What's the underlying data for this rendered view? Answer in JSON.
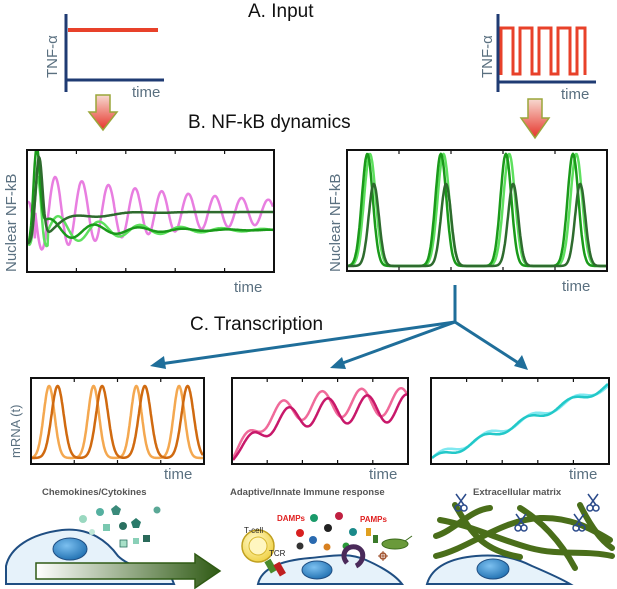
{
  "colors": {
    "axis": "#1f3b73",
    "input": "#e8412a",
    "nfkb_dark": "#2e6b2e",
    "nfkb_mid": "#1a9a1a",
    "nfkb_light": "#5ee05e",
    "pink": "#e87ee0",
    "orange_dark": "#d06a10",
    "orange_light": "#f4a850",
    "magenta_dark": "#c8186a",
    "magenta_light": "#f06a9a",
    "cyan_dark": "#22c8c8",
    "cyan_light": "#80e8f0",
    "connector": "#1f6e9a",
    "cell_fill": "#e6f2fa",
    "cell_stroke": "#1f4e82",
    "nucleus": "#2e8ad0",
    "ecm": "#4a6e1a"
  },
  "sections": {
    "input": "A.  Input",
    "dynamics": "B.   NF-kB dynamics",
    "transcription": "C.    Transcription"
  },
  "input_panel": {
    "ylabel": "TNF-α",
    "xlabel": "time"
  },
  "dynamics_panel": {
    "ylabel": "Nuclear NF-kB",
    "xlabel": "time"
  },
  "transcription_panel": {
    "ylabel": "mRNA (t)",
    "xlabel": "time"
  },
  "captions": {
    "chemokines": "Chemokines/Cytokines",
    "immune": "Adaptive/Innate Immune response",
    "ecm": "Extracellular matrix"
  },
  "labels": {
    "tcell": "T-cell",
    "tcr": "TCR",
    "damps": "DAMPs",
    "pamps": "PAMPs"
  },
  "icons": [
    "arrow-down-icon",
    "cell-icon",
    "t-cell-icon",
    "scissors-icon",
    "chevron-arrow-icon"
  ]
}
